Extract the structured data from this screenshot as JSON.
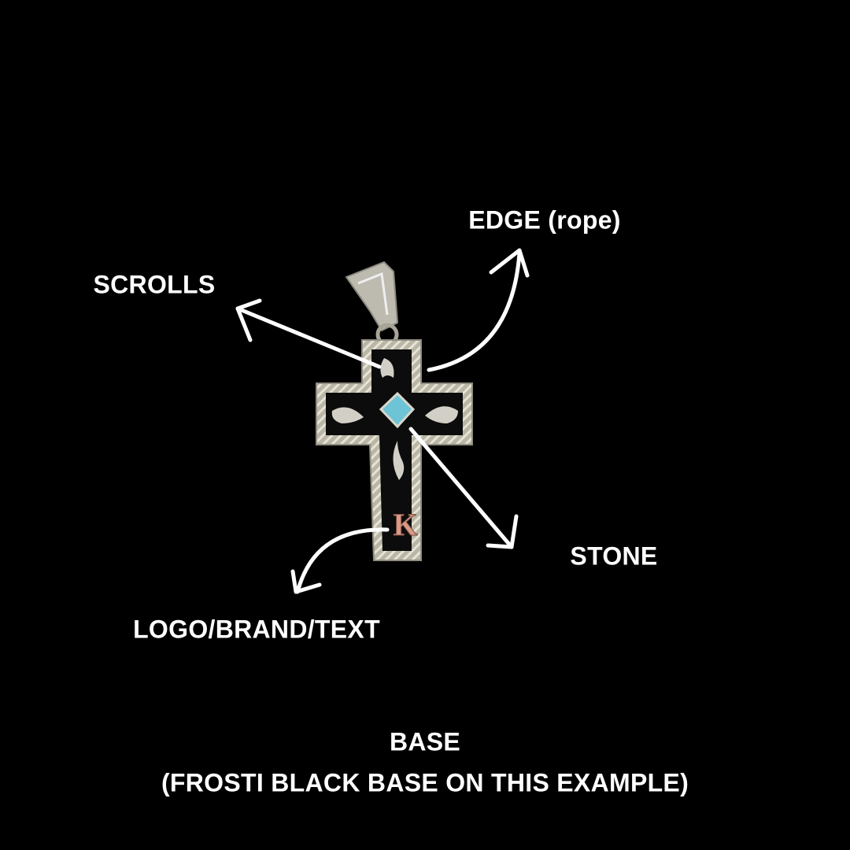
{
  "labels": {
    "edge": "EDGE (rope)",
    "scrolls": "SCROLLS",
    "stone": "STONE",
    "logo": "LOGO/BRAND/TEXT",
    "base_title": "BASE",
    "base_note": "(FROSTI BLACK BASE ON THIS EXAMPLE)"
  },
  "pendant": {
    "initial": "K"
  },
  "colors": {
    "background": "#000000",
    "text": "#ffffff",
    "silver": "#c9c6b8",
    "stone": "#6cc4d6",
    "copper": "#d99a86"
  }
}
